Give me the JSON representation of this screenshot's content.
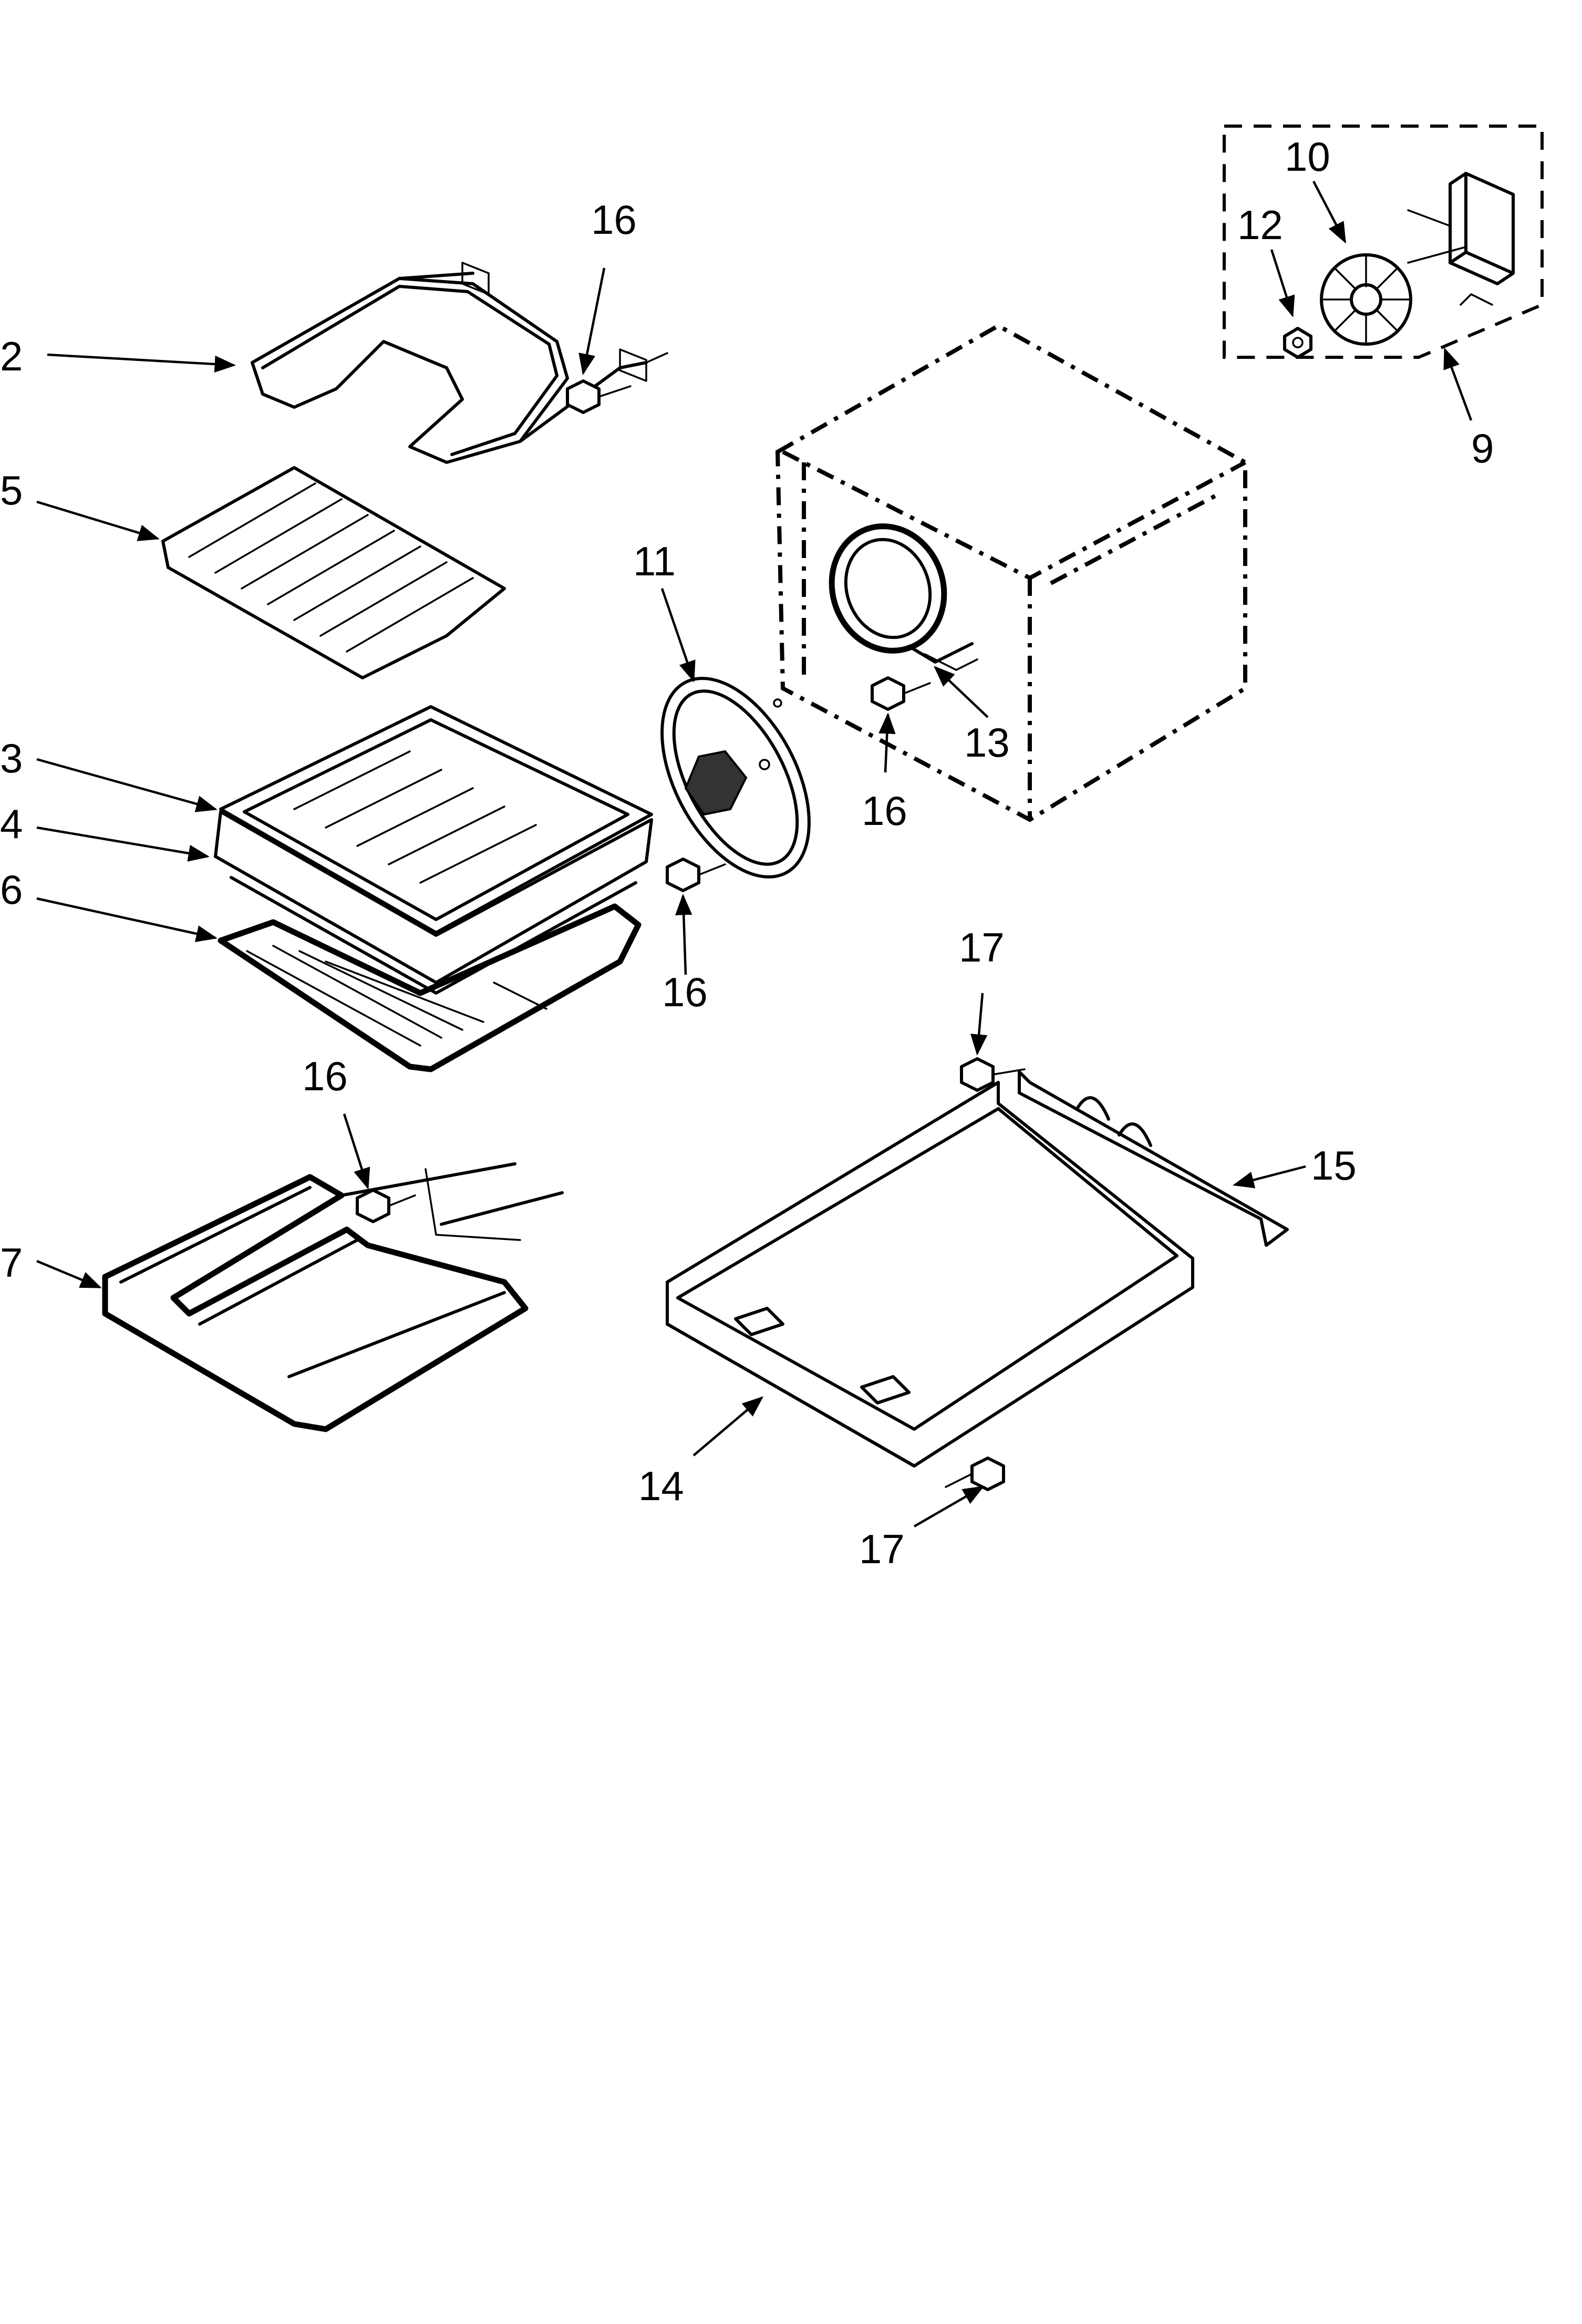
{
  "callouts": {
    "part_2": "2",
    "part_3": "3",
    "part_4": "4",
    "part_5": "5",
    "part_6": "6",
    "part_7": "7",
    "part_9": "9",
    "part_10": "10",
    "part_11": "11",
    "part_12": "12",
    "part_13": "13",
    "part_14": "14",
    "part_15": "15",
    "part_16_top": "16",
    "part_16_cover": "16",
    "part_16_cavity": "16",
    "part_16_bake": "16",
    "part_17_top": "17",
    "part_17_bottom": "17"
  }
}
